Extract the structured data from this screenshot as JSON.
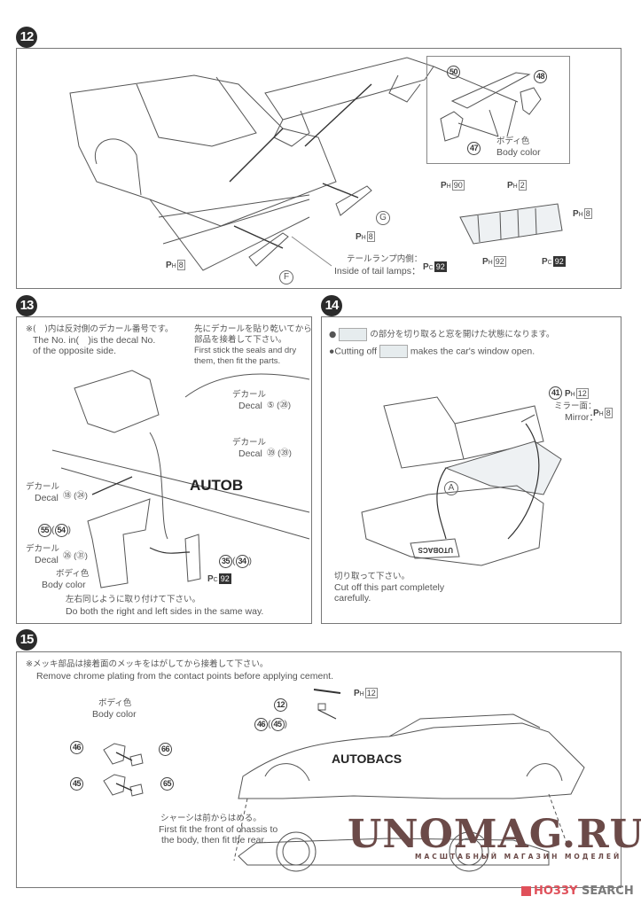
{
  "steps": [
    {
      "number": "12",
      "insert": {
        "parts": [
          "50",
          "48",
          "47"
        ],
        "paint_jp": "ボディ色",
        "paint_en": "Body color"
      },
      "tail_lamp_detail": {
        "callouts": [
          {
            "code": "H",
            "color": "90"
          },
          {
            "code": "H",
            "color": "2"
          },
          {
            "code": "H",
            "color": "8"
          },
          {
            "code": "H",
            "color": "92"
          },
          {
            "code": "C",
            "color": "92"
          }
        ]
      },
      "labels": {
        "part_g": "G",
        "part_f": "F",
        "g_paint": {
          "code": "H",
          "color": "8"
        },
        "body_paint": {
          "code": "H",
          "color": "8"
        },
        "tail_inside_jp": "テールランプ内側：",
        "tail_inside_en": "Inside of tail lamps：",
        "tail_inside_paint": {
          "code": "C",
          "color": "92"
        }
      }
    },
    {
      "number": "13",
      "note_jp": "※(　)内は反対側のデカール番号です。",
      "note_en_1": "The No. in(　)is the decal No.",
      "note_en_2": "of the opposite side.",
      "tip_jp_1": "先にデカールを貼り乾いてから",
      "tip_jp_2": "部品を接着して下さい。",
      "tip_en_1": "First stick the seals and dry",
      "tip_en_2": "them, then fit the parts.",
      "decals": [
        {
          "jp": "デカール",
          "en": "Decal",
          "nums": "⑤ (㉘)"
        },
        {
          "jp": "デカール",
          "en": "Decal",
          "nums": "㊴ (㊴)"
        },
        {
          "jp": "デカール",
          "en": "Decal",
          "nums": "⑱ (㉔)"
        },
        {
          "jp": "デカール",
          "en": "Decal",
          "nums": "㉖ (㉛)"
        }
      ],
      "part_pair_fender": {
        "a": "55",
        "b": "54"
      },
      "part_pair_lamp": {
        "a": "35",
        "b": "34"
      },
      "lamp_paint": {
        "code": "C",
        "color": "92"
      },
      "paint_jp": "ボディ色",
      "paint_en": "Body color",
      "side_text": "AUTOB",
      "footer_jp": "左右同じように取り付けて下さい。",
      "footer_en": "Do both the right and left sides in the same way."
    },
    {
      "number": "14",
      "bullet_jp": "の部分を切り取ると窓を開けた状態になります。",
      "bullet_en_pre": "Cutting off",
      "bullet_en_post": "makes the car's window open.",
      "mirror_part": "41",
      "mirror_paint": {
        "code": "H",
        "color": "12"
      },
      "mirror_face_jp": "ミラー面：",
      "mirror_face_en": "Mirror：",
      "mirror_face_paint": {
        "code": "H",
        "color": "8"
      },
      "part_a": "A",
      "cut_jp": "切り取って下さい。",
      "cut_en_1": "Cut off this part completely",
      "cut_en_2": "carefully.",
      "plate_text": "UTOBACS"
    },
    {
      "number": "15",
      "note_jp": "※メッキ部品は接着面のメッキをはがしてから接着して下さい。",
      "note_en": "Remove chrome plating from the contact points before applying cement.",
      "paint_jp": "ボディ色",
      "paint_en": "Body color",
      "mirror_parts": [
        {
          "housing": "46",
          "glass": "66"
        },
        {
          "housing": "45",
          "glass": "65"
        }
      ],
      "wiper_part": "12",
      "wiper_paint": {
        "code": "H",
        "color": "12"
      },
      "mirror_pair": {
        "a": "46",
        "b": "45"
      },
      "chassis_jp": "シャーシは前からはめる。",
      "chassis_en_1": "First fit the front of chassis to",
      "chassis_en_2": "the body, then fit the rear.",
      "side_text": "AUTOBACS"
    }
  ],
  "watermark": {
    "title": "UNOMAG.RU",
    "subtitle": "МАСШТАБНЫЙ МАГАЗИН МОДЕЛЕЙ",
    "hobby_prefix": "HO33Y",
    "hobby_suffix": "SEARCH",
    "hobby_color": "#e0505a",
    "brown": "#6b4a48"
  }
}
